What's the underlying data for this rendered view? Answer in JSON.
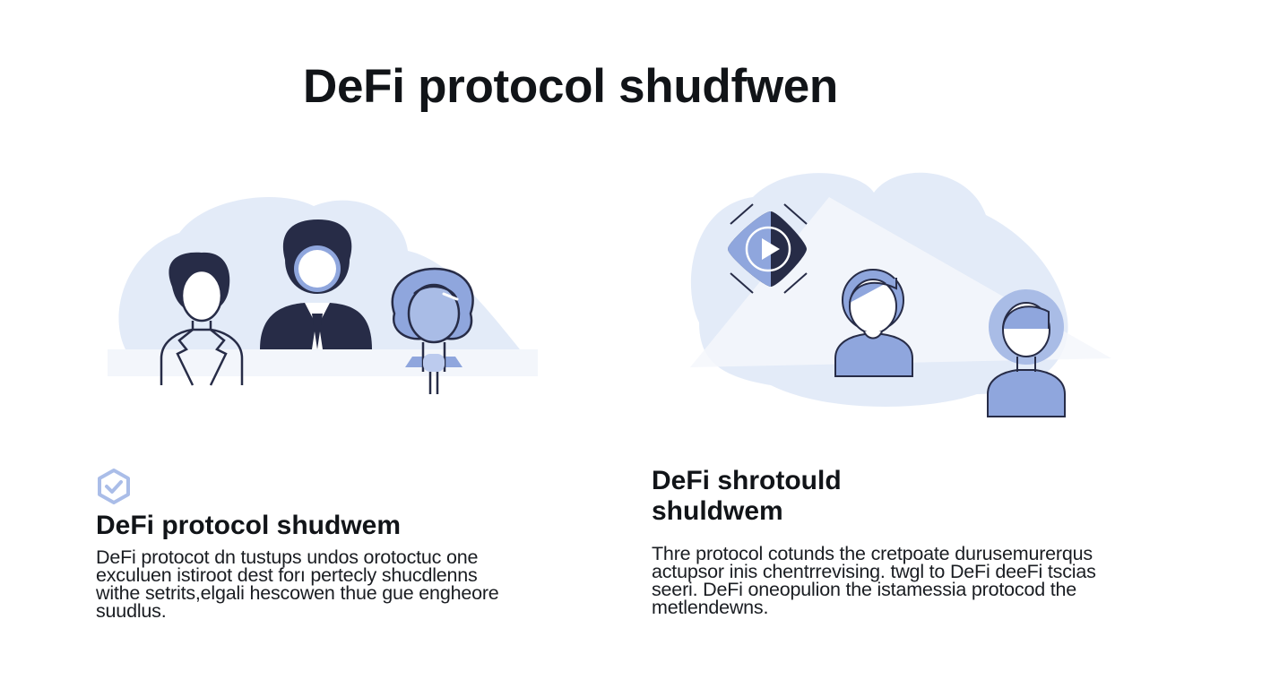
{
  "page": {
    "title": "DeFi protocol shudfwen"
  },
  "left_card": {
    "icon": "shield-check-icon",
    "heading": "DeFi protocol shudwem",
    "body": "DeFi protocot dn tustups undos orotoctuc one exculuen istiroot dest forı pertecly shucdlenns withe setrits,elgali hescowen thue gue engheore suudlus."
  },
  "right_card": {
    "heading": "DeFi shrotould shuldwem",
    "body": "Thre protocol cotunds  the cretpoate durusemurerqus actupsor inis chentrrevising. twgl to DeFi deeFi tscias seeri. DeFi oneopulion the istamessia protocod the metlendewns."
  },
  "illustrations": {
    "left": [
      "person-outline-icon",
      "person-suit-icon",
      "person-blue-icon"
    ],
    "right": [
      "play-button-icon",
      "person-woman-icon",
      "person-child-icon"
    ]
  },
  "colors": {
    "navy": "#272c47",
    "accent_blue": "#8fa6dd",
    "cloud": "#e3ebf8",
    "text": "#111418"
  }
}
